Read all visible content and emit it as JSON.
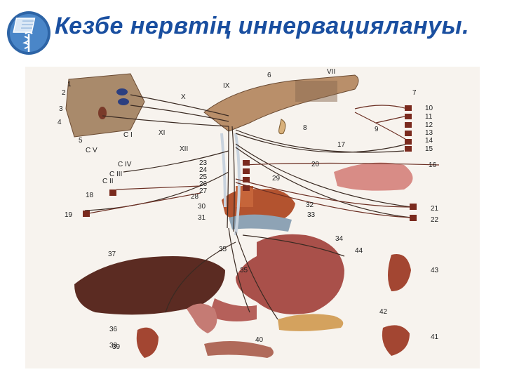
{
  "slide": {
    "title": "Кезбе нервтің иннервациялануы.",
    "accent_color": "#1a4fa0"
  },
  "logo": {
    "icon": "medical-caduceus-icon"
  },
  "figure": {
    "labels_left": [
      "1",
      "2",
      "3",
      "4",
      "5"
    ],
    "labels_top": [
      "6",
      "VII",
      "IX",
      "X",
      "7",
      "XI",
      "XII",
      "8",
      "9"
    ],
    "labels_right": [
      "10",
      "11",
      "12",
      "13",
      "14",
      "15",
      "16",
      "17"
    ],
    "labels_middle": [
      "23",
      "24",
      "25",
      "26",
      "27",
      "28",
      "29",
      "20",
      "30",
      "31",
      "32",
      "33",
      "18",
      "19",
      "21",
      "22"
    ],
    "labels_lower": [
      "34",
      "35",
      "35",
      "36",
      "37",
      "38",
      "39",
      "40",
      "41",
      "42",
      "43",
      "44"
    ],
    "labels_c": [
      "C I",
      "C V",
      "C IV",
      "C III",
      "C II"
    ]
  }
}
